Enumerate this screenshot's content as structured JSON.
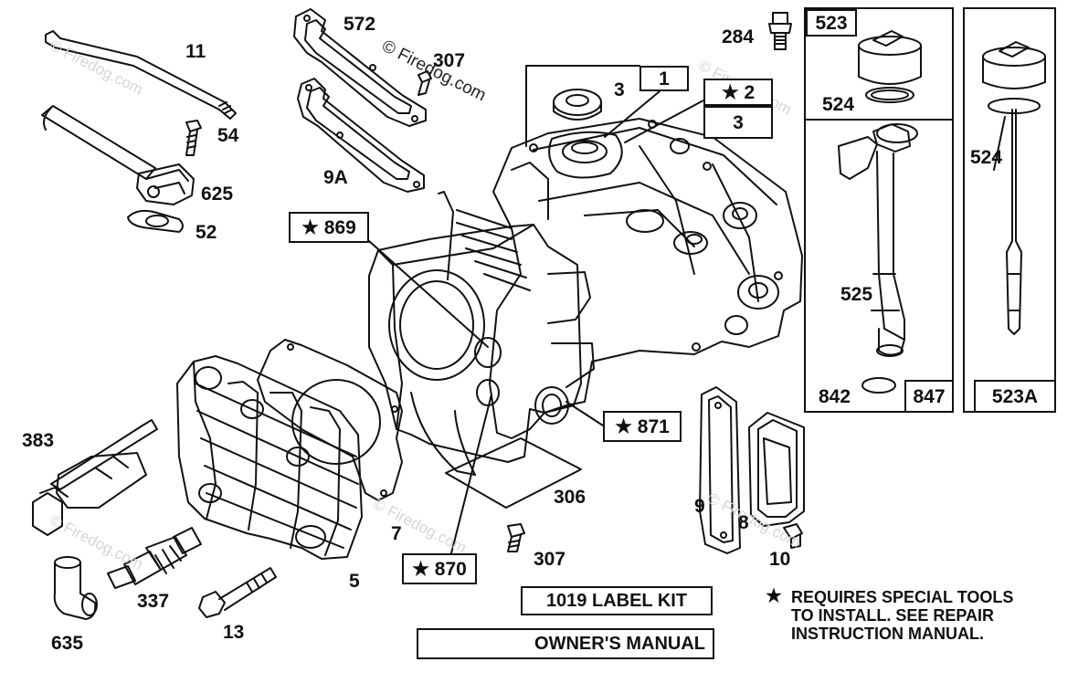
{
  "watermark": {
    "text": "© Firedog.com"
  },
  "callouts": {
    "c11": "11",
    "c54": "54",
    "c625": "625",
    "c52": "52",
    "c572": "572",
    "c307_top": "307",
    "c9a": "9A",
    "c284": "284",
    "c3_a": "3",
    "c1": "1",
    "c2": "★ 2",
    "c3_b": "3",
    "c869": "★ 869",
    "c871": "★ 871",
    "c870": "★ 870",
    "c383": "383",
    "c635": "635",
    "c337": "337",
    "c13": "13",
    "c5": "5",
    "c7": "7",
    "c306": "306",
    "c307_bottom": "307",
    "c9": "9",
    "c8": "8",
    "c10": "10",
    "c523": "523",
    "c524_a": "524",
    "c525": "525",
    "c842": "842",
    "c847": "847",
    "c524_b": "524",
    "c523a": "523A"
  },
  "kits": {
    "label_kit": "1019 LABEL KIT",
    "owners_manual": "OWNER'S MANUAL"
  },
  "footnote": {
    "star": "★",
    "line1": "REQUIRES SPECIAL TOOLS",
    "line2": "TO INSTALL.  SEE REPAIR",
    "line3": "INSTRUCTION MANUAL."
  }
}
